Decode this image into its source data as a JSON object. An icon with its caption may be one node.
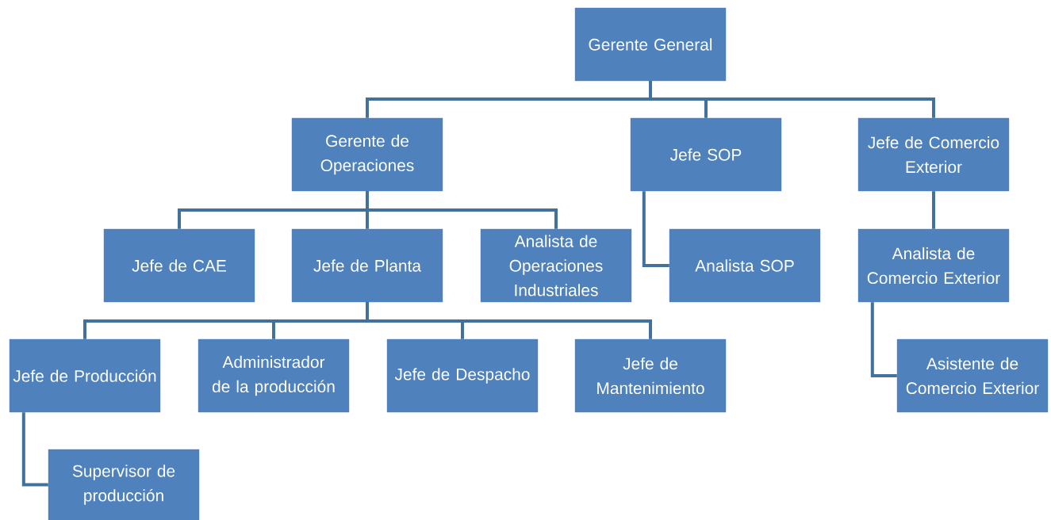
{
  "diagram": {
    "nodes": [
      {
        "text": [
          "Gerente General"
        ]
      },
      {
        "text": [
          "Gerente de Operaciones"
        ]
      },
      {
        "text": [
          "Jefe SOP"
        ]
      },
      {
        "text": [
          "Jefe de Comercio Exterior"
        ]
      },
      {
        "text": [
          "Jefe de CAE"
        ]
      },
      {
        "text": [
          "Jefe de Planta"
        ]
      },
      {
        "text": [
          "Analista de Operaciones Industriales"
        ]
      },
      {
        "text": [
          "Analista SOP"
        ]
      },
      {
        "text": [
          "Analista de Comercio Exterior"
        ]
      },
      {
        "text": [
          "Jefe de Producción"
        ]
      },
      {
        "text": [
          "Administrador de la producción"
        ]
      },
      {
        "text": [
          "Jefe de Despacho"
        ]
      },
      {
        "text": [
          "Jefe de Mantenimiento"
        ]
      },
      {
        "text": [
          "Asistente de Comercio Exterior"
        ]
      },
      {
        "text": [
          "Supervisor de producción"
        ]
      }
    ],
    "edges": [
      {
        "from": 0,
        "to": 1,
        "arrow": "none"
      },
      {
        "from": 0,
        "to": 2,
        "arrow": "none"
      },
      {
        "from": 0,
        "to": 3,
        "arrow": "none"
      },
      {
        "from": 1,
        "to": 4,
        "arrow": "none"
      },
      {
        "from": 1,
        "to": 5,
        "arrow": "none"
      },
      {
        "from": 1,
        "to": 6,
        "arrow": "none"
      },
      {
        "from": 2,
        "to": 7,
        "arrow": "none"
      },
      {
        "from": 3,
        "to": 8,
        "arrow": "none"
      },
      {
        "from": 5,
        "to": 9,
        "arrow": "none"
      },
      {
        "from": 5,
        "to": 10,
        "arrow": "none"
      },
      {
        "from": 5,
        "to": 11,
        "arrow": "none"
      },
      {
        "from": 5,
        "to": 12,
        "arrow": "none"
      },
      {
        "from": 8,
        "to": 13,
        "arrow": "none"
      },
      {
        "from": 9,
        "to": 14,
        "arrow": "none"
      }
    ]
  }
}
